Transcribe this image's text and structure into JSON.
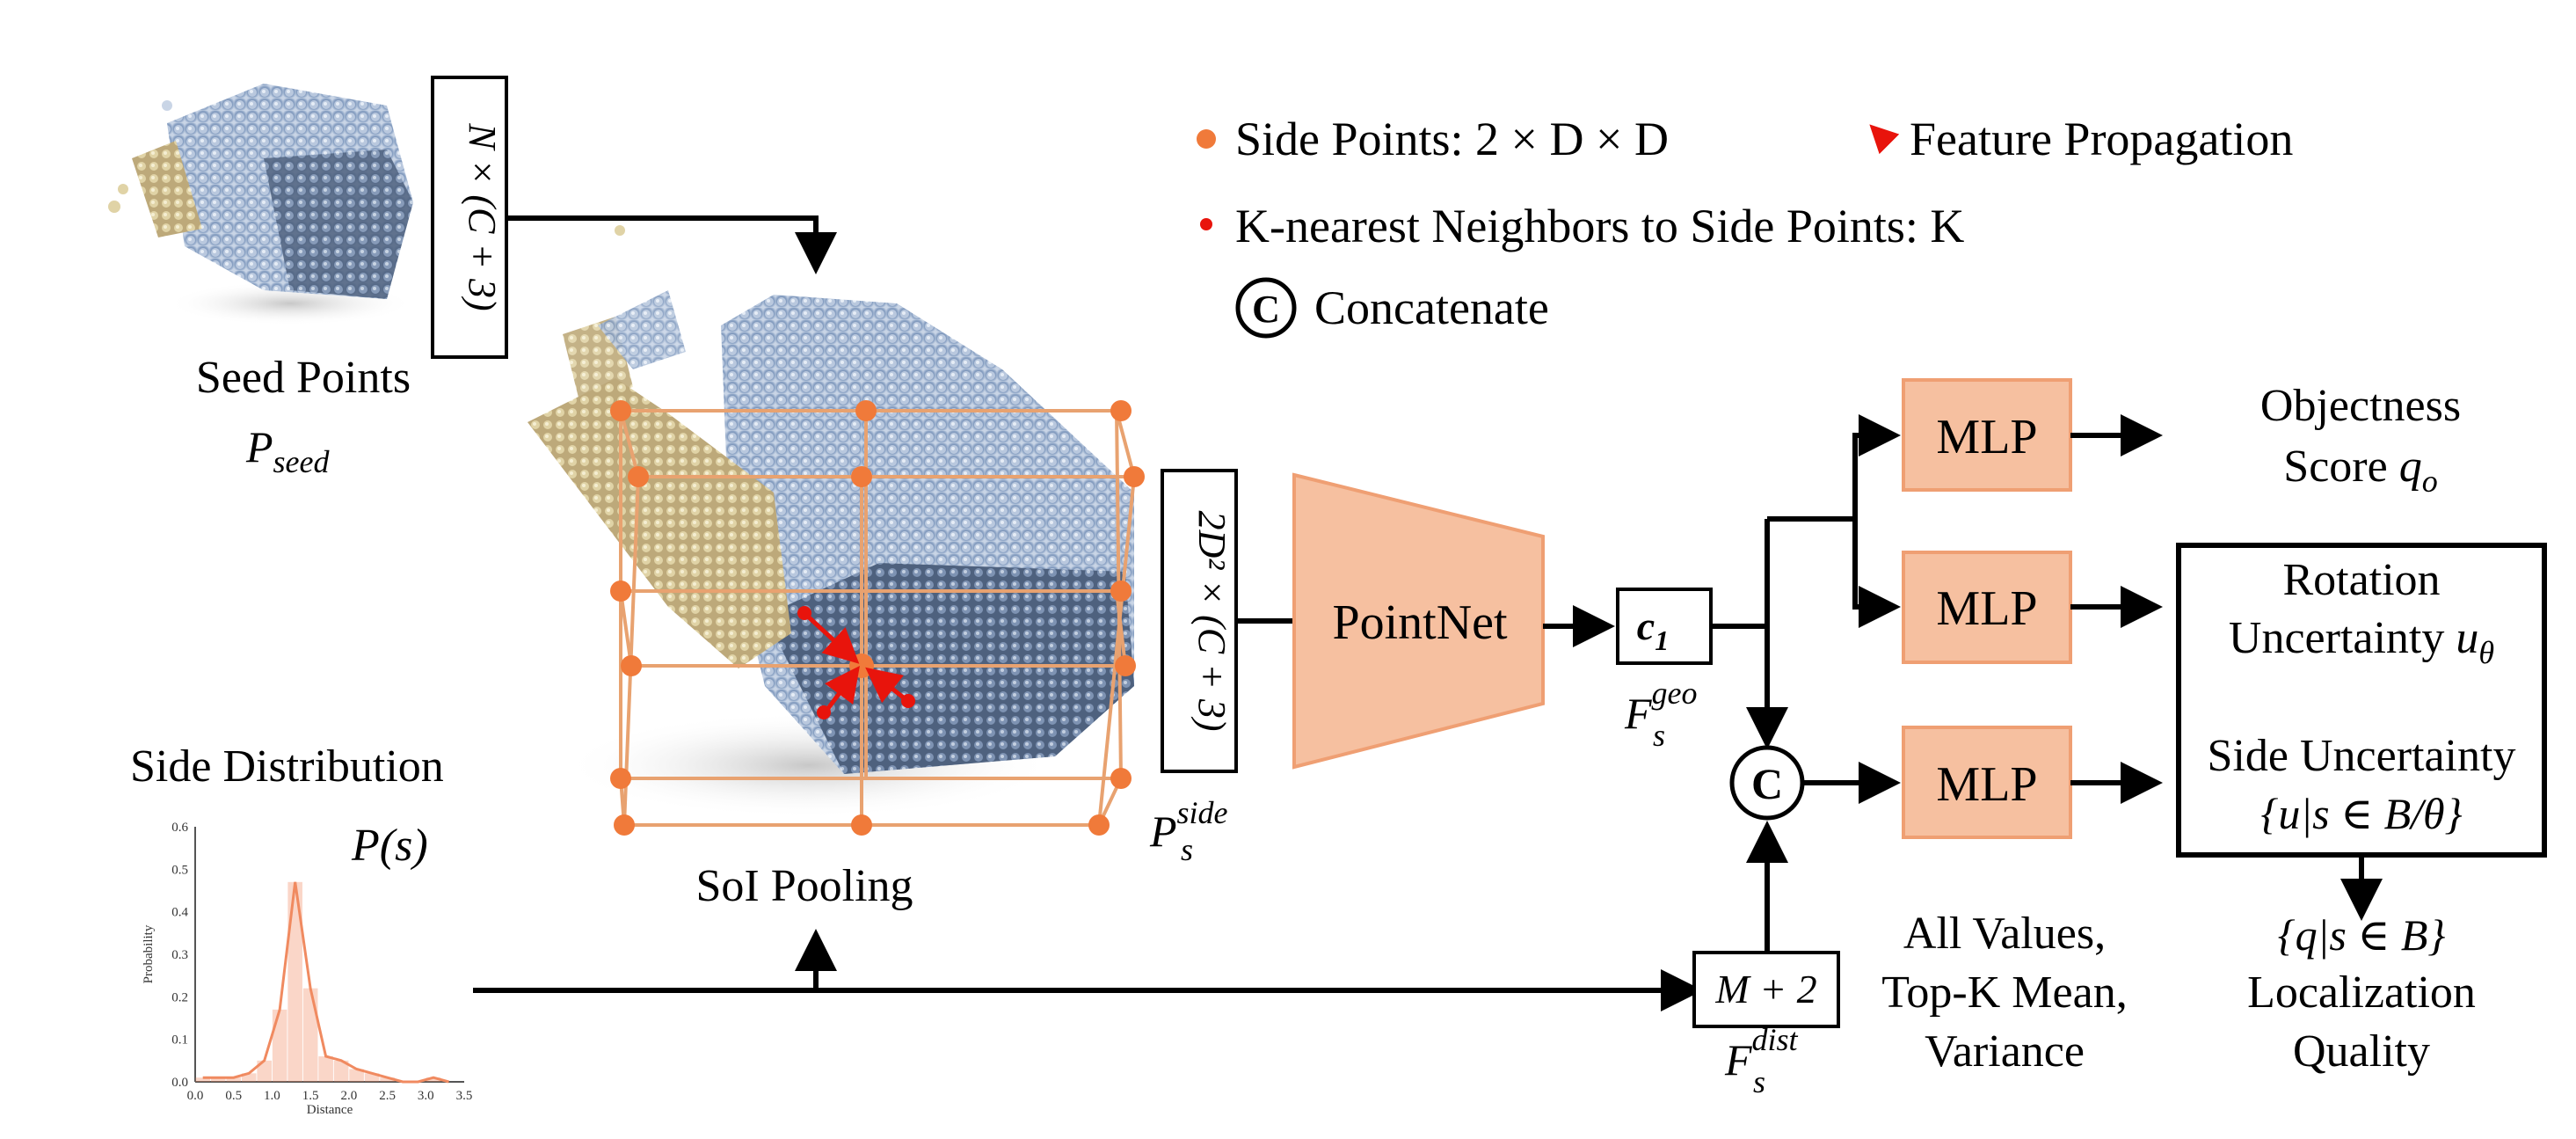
{
  "legend": {
    "side_points": "Side Points: 2 × D × D",
    "feature_propagation": "Feature Propagation",
    "knn": "K-nearest Neighbors to Side Points: K",
    "concat_symbol": "C",
    "concatenate": "Concatenate"
  },
  "seed": {
    "dim": "N × (C + 3)",
    "label": "Seed Points",
    "symbol": "P",
    "symbol_sub": "seed"
  },
  "side_dim": "2D² × (C + 3)",
  "side_symbol": {
    "base": "P",
    "sub": "s",
    "sup": "side"
  },
  "soi_pooling": "SoI Pooling",
  "pointnet": "PointNet",
  "c1": {
    "base": "c",
    "sub": "1"
  },
  "f_geo": {
    "base": "F",
    "sub": "s",
    "sup": "geo"
  },
  "concat_node": "C",
  "m2": "M + 2",
  "f_dist": {
    "base": "F",
    "sub": "s",
    "sup": "dist"
  },
  "dist_stats": [
    "All Values,",
    "Top-K Mean,",
    "Variance"
  ],
  "mlp": [
    "MLP",
    "MLP",
    "MLP"
  ],
  "outputs": {
    "objectness": [
      "Objectness",
      "Score "
    ],
    "objectness_sym": {
      "base": "q",
      "sub": "o"
    },
    "rotation": [
      "Rotation",
      "Uncertainty "
    ],
    "rotation_sym": {
      "base": "u",
      "sub": "θ"
    },
    "side_unc": [
      "Side Uncertainty",
      "{u|s ∈ B/θ}"
    ],
    "localization": [
      "{q|s ∈ B}",
      "Localization",
      "Quality"
    ]
  },
  "side_distribution": {
    "title": "Side Distribution",
    "func": "P(s)"
  },
  "chart_data": {
    "type": "bar",
    "xlabel": "Distance",
    "ylabel": "Probability",
    "xlim": [
      0,
      3.5
    ],
    "ylim": [
      0,
      0.6
    ],
    "xticks": [
      "0.0",
      "0.5",
      "1.0",
      "1.5",
      "2.0",
      "2.5",
      "3.0",
      "3.5"
    ],
    "yticks": [
      "0.0",
      "0.1",
      "0.2",
      "0.3",
      "0.4",
      "0.5",
      "0.6"
    ],
    "x": [
      0.1,
      0.3,
      0.5,
      0.7,
      0.9,
      1.1,
      1.3,
      1.5,
      1.7,
      1.9,
      2.1,
      2.3,
      2.5,
      2.7,
      2.9,
      3.1,
      3.3
    ],
    "values": [
      0.01,
      0.01,
      0.01,
      0.02,
      0.05,
      0.17,
      0.47,
      0.22,
      0.06,
      0.05,
      0.03,
      0.02,
      0.01,
      0.0,
      0.0,
      0.01,
      0.0
    ],
    "grid": false,
    "color": "#f08a60"
  },
  "colors": {
    "accent": "#f6c0a0",
    "accent_stroke": "#ef9f73",
    "side_point": "#f07a3a",
    "knn_point": "#e8140c",
    "cage": "#e8a270"
  }
}
